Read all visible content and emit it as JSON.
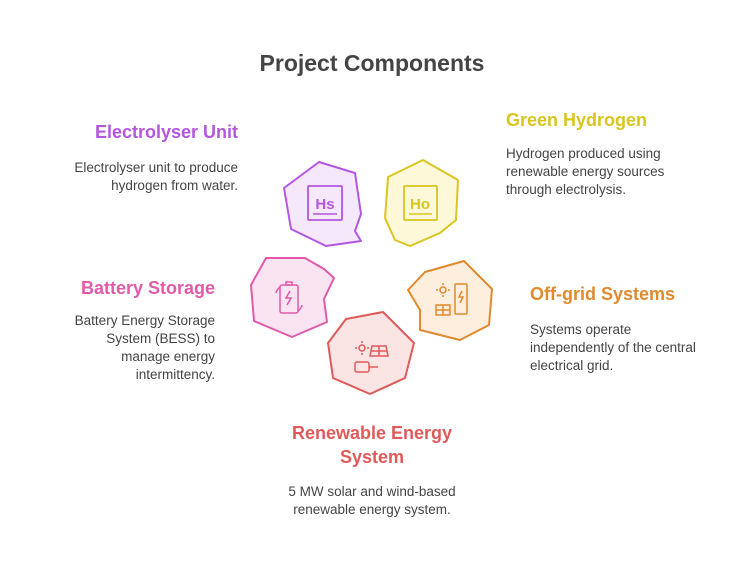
{
  "title": "Project Components",
  "components": [
    {
      "id": "electrolyser",
      "title": "Electrolyser Unit",
      "description": "Electrolyser unit to produce hydrogen from water.",
      "color": "#b456e0",
      "fill": "#f6e8fb",
      "icon": "element-symbol-icon",
      "icon_text": "Hs"
    },
    {
      "id": "green_hydrogen",
      "title": "Green Hydrogen",
      "description": "Hydrogen produced using renewable energy sources through electrolysis.",
      "color": "#d9c520",
      "fill": "#fdf8d8",
      "icon": "element-symbol-icon",
      "icon_text": "Ho"
    },
    {
      "id": "off_grid",
      "title": "Off-grid Systems",
      "description": "Systems operate independently of the central electrical grid.",
      "color": "#e08a2e",
      "fill": "#fdeedd",
      "icon": "solar-battery-icon"
    },
    {
      "id": "renewable",
      "title": "Renewable Energy System",
      "description": "5 MW solar and wind-based renewable energy system.",
      "color": "#e05a5a",
      "fill": "#fbe4e4",
      "icon": "solar-battery-icon"
    },
    {
      "id": "battery",
      "title": "Battery Storage",
      "description": "Battery Energy Storage System (BESS) to manage energy intermittency.",
      "color": "#e05aa8",
      "fill": "#fbe4f1",
      "icon": "battery-cycle-icon"
    }
  ]
}
